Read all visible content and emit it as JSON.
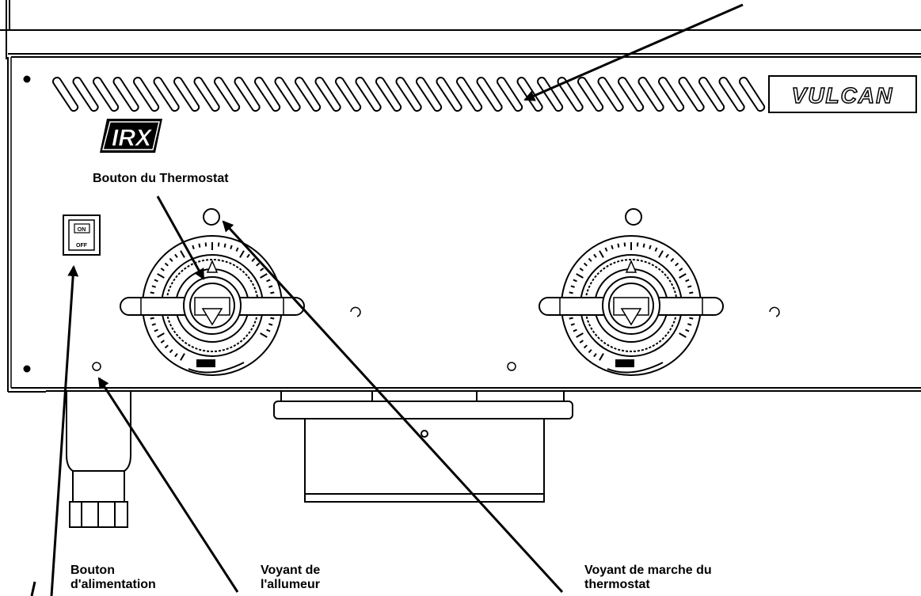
{
  "brand": {
    "logo_text": "VULCAN",
    "model_badge_text": "IRX"
  },
  "switch_labels": {
    "on": "ON",
    "off": "OFF"
  },
  "callouts": {
    "thermostat_knob": "Bouton du Thermostat",
    "power_button": [
      "Bouton",
      "d'alimentation"
    ],
    "igniter_light": [
      "Voyant de",
      "l'allumeur"
    ],
    "thermostat_light": [
      "Voyant de marche du",
      "thermostat"
    ]
  },
  "colors": {
    "line": "#000000",
    "background": "#ffffff"
  }
}
